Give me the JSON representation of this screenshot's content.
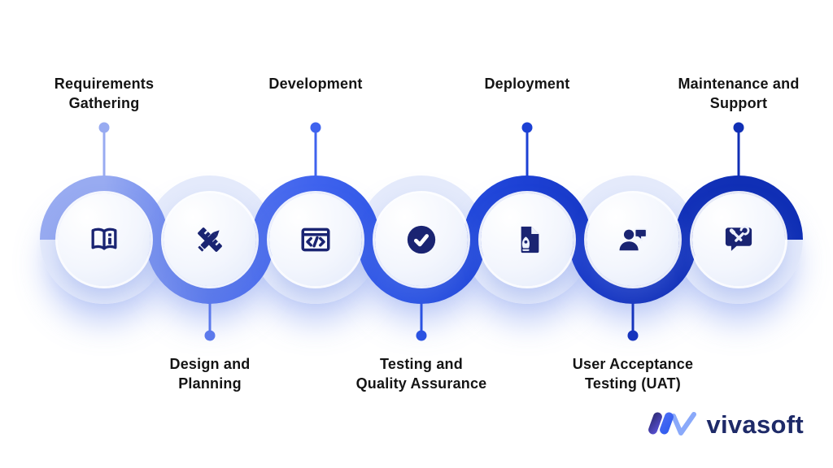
{
  "diagram": {
    "type": "process-timeline",
    "steps": [
      {
        "label": "Requirements\nGathering",
        "position": "top",
        "color": "#98abf1",
        "icon": "open-book-info-icon"
      },
      {
        "label": "Design and\nPlanning",
        "position": "bottom",
        "color": "#5b79ec",
        "icon": "pencil-ruler-icon"
      },
      {
        "label": "Development",
        "position": "top",
        "color": "#3f63ee",
        "icon": "code-window-icon"
      },
      {
        "label": "Testing and\nQuality Assurance",
        "position": "bottom",
        "color": "#2a52e2",
        "icon": "check-circle-icon"
      },
      {
        "label": "Deployment",
        "position": "top",
        "color": "#1c40d4",
        "icon": "rocket-document-icon"
      },
      {
        "label": "User Acceptance\nTesting (UAT)",
        "position": "bottom",
        "color": "#1634bd",
        "icon": "user-feedback-icon"
      },
      {
        "label": "Maintenance and\nSupport",
        "position": "top",
        "color": "#102fb5",
        "icon": "support-tools-icon"
      }
    ],
    "theme": {
      "icon_color": "#1a2472",
      "ring_light_color": "#e4eafb",
      "label_color": "#141414",
      "background": "#ffffff"
    }
  },
  "logo": {
    "text": "vivasoft",
    "color": "#1e2a68"
  }
}
